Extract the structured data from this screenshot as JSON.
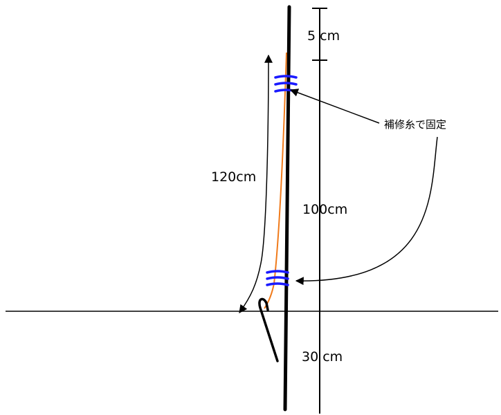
{
  "labels": {
    "top_gap": "5 cm",
    "length_overall": "120cm",
    "length_main": "100cm",
    "length_lower": "30 cm",
    "note": "補修糸で固定"
  },
  "colors": {
    "pole": "#000000",
    "cord": "#f07a1a",
    "binding": "#1a1aff",
    "line": "#000000"
  }
}
